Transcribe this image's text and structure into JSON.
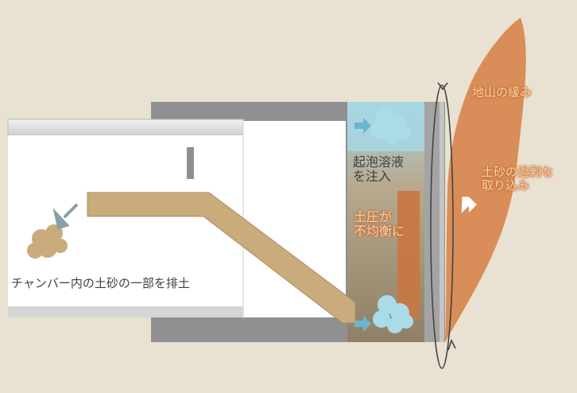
{
  "labels": {
    "ground_deformation": "地山の緩み",
    "excess_intake": "土砂の過剰な\n取り込み",
    "foam_injection": "起泡溶液\nを注入",
    "uneven_pressure": "土圧が\n不均衡に",
    "partial_discharge": "チャンバー内の土砂の一部を排土"
  },
  "colors": {
    "background": "#e9e1d1",
    "ground_mass": "#d98d58",
    "machine_gray": "#8f8f8f",
    "chamber_white": "#ffffff",
    "soil": "#c9ab7c",
    "foam": "#9ed2de",
    "arrow_blue": "#6cb6ce",
    "label_orange": "#c86a2e",
    "label_dark": "#3f3f3f"
  }
}
